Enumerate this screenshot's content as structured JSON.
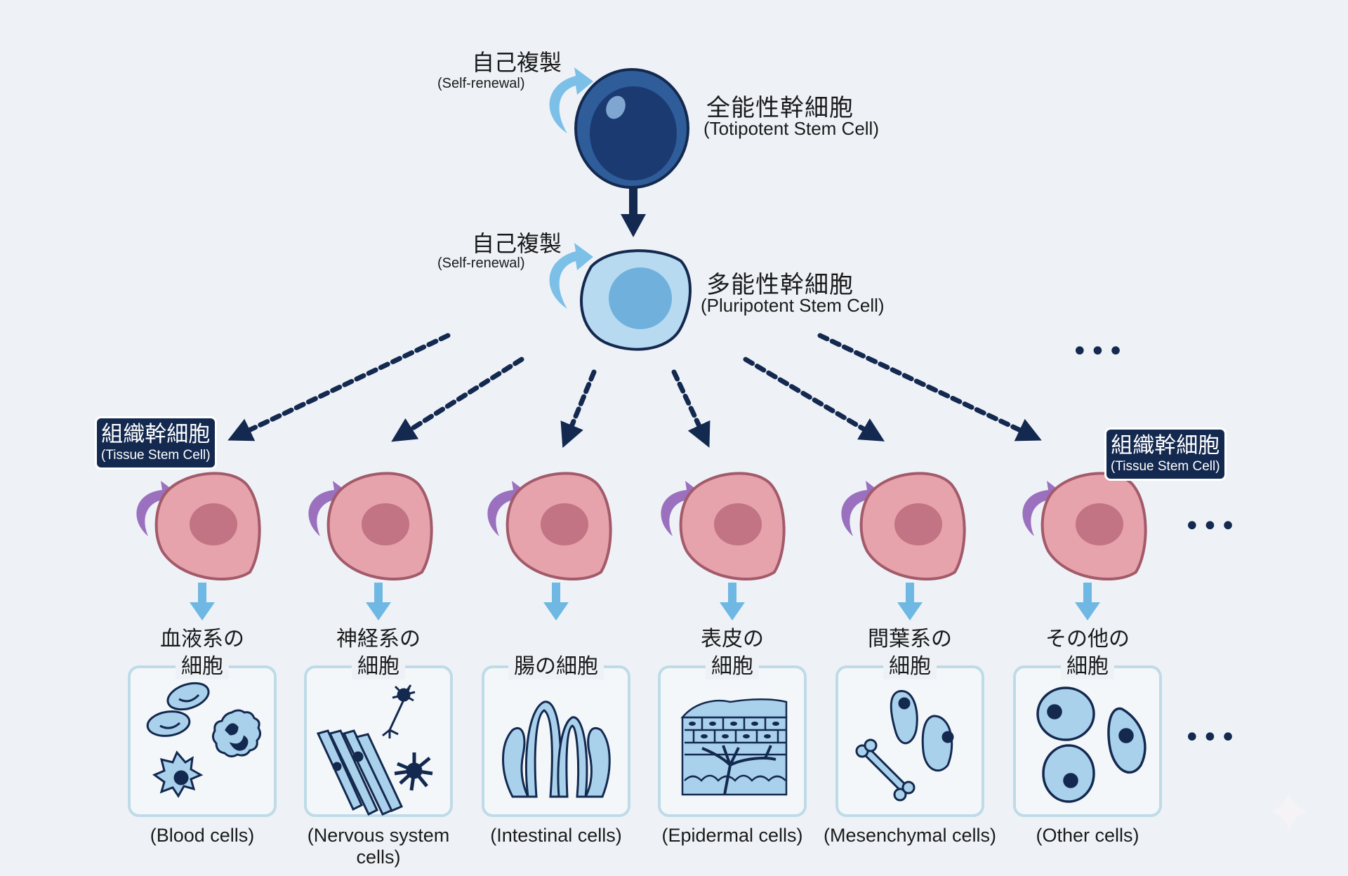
{
  "colors": {
    "background": "#eef2f7",
    "navy": "#14294f",
    "totipotent_outer": "#2f5d9a",
    "totipotent_inner": "#1b3a72",
    "pluripotent_fill": "#b7daf0",
    "pluripotent_nucleus": "#6fb0dc",
    "tissue_cell_fill": "#e6a3ab",
    "tissue_cell_stroke": "#a35a6a",
    "tissue_cell_nucleus": "#c27384",
    "self_renewal_arrow_blue": "#7cc0e8",
    "self_renewal_arrow_purple": "#9a70bf",
    "differentiation_arrow": "#6fb8e3",
    "box_border": "#bfdbe8",
    "illustration_fill": "#a9d1ec",
    "illustration_stroke": "#14294f"
  },
  "totipotent": {
    "self_renewal_jp": "自己複製",
    "self_renewal_en": "(Self-renewal)",
    "title_jp": "全能性幹細胞",
    "title_en": "(Totipotent Stem Cell)"
  },
  "pluripotent": {
    "self_renewal_jp": "自己複製",
    "self_renewal_en": "(Self-renewal)",
    "title_jp": "多能性幹細胞",
    "title_en": "(Pluripotent Stem Cell)"
  },
  "tissue_stem_label": {
    "jp": "組織幹細胞",
    "en": "(Tissue Stem Cell)"
  },
  "ellipsis": "•••",
  "categories": [
    {
      "jp_line1": "血液系の",
      "jp_line2": "細胞",
      "en": "(Blood cells)",
      "icon": "blood-cells-icon"
    },
    {
      "jp_line1": "神経系の",
      "jp_line2": "細胞",
      "en": "(Nervous system",
      "en_line2": "cells)",
      "icon": "nerve-cells-icon"
    },
    {
      "jp_line1": "",
      "jp_line2": "腸の細胞",
      "en": "(Intestinal cells)",
      "icon": "intestinal-villi-icon"
    },
    {
      "jp_line1": "表皮の",
      "jp_line2": "細胞",
      "en": "(Epidermal cells)",
      "icon": "epidermis-icon"
    },
    {
      "jp_line1": "間葉系の",
      "jp_line2": "細胞",
      "en": "(Mesenchymal cells)",
      "icon": "mesenchymal-cells-icon"
    },
    {
      "jp_line1": "その他の",
      "jp_line2": "細胞",
      "en": "(Other cells)",
      "icon": "other-cells-icon"
    }
  ]
}
